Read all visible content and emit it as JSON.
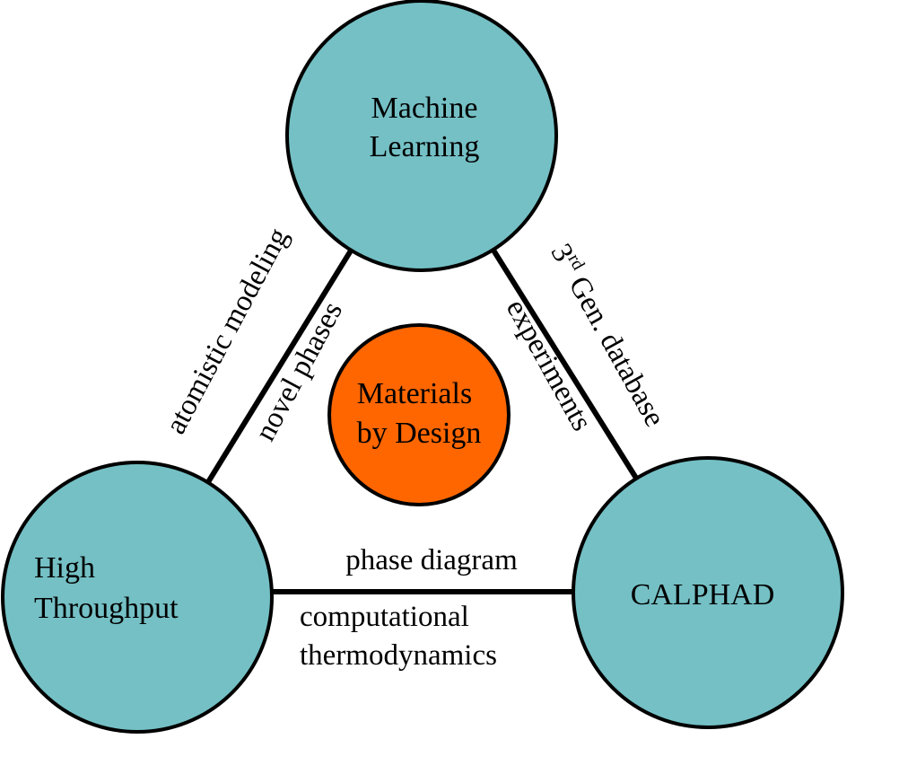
{
  "colors": {
    "node_fill": "#74C0C5",
    "center_fill": "#FF6600",
    "stroke": "#000000"
  },
  "nodes": {
    "machine_learning": {
      "lines": [
        "Machine",
        "Learning"
      ]
    },
    "high_throughput": {
      "lines": [
        "High",
        "Throughput"
      ]
    },
    "calphad": {
      "label": "CALPHAD"
    },
    "materials_by_design": {
      "lines": [
        "Materials",
        "by Design"
      ]
    }
  },
  "edges": {
    "left": {
      "outer": "atomistic modeling",
      "inner": "novel phases"
    },
    "right": {
      "outer": {
        "number": "3",
        "superscript": "rd",
        "rest": " Gen. database"
      },
      "inner": "experiments"
    },
    "bottom": {
      "above": "phase diagram",
      "below": [
        "computational",
        "thermodynamics"
      ]
    }
  }
}
